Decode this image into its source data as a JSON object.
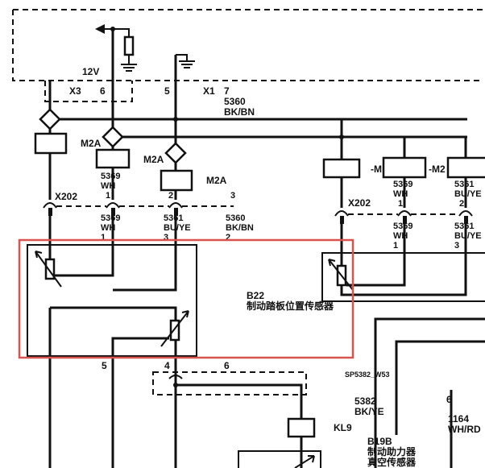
{
  "labels": {
    "v12": "12V",
    "x3": "X3",
    "x3_pin": "6",
    "x1_pin5": "5",
    "x1": "X1",
    "x1_pin7": "7",
    "w5360_top": "5360",
    "bkbn_top": "BK/BN",
    "m2a_left": "M2A",
    "m2a_mid": "M2A",
    "m2a_right": "M2A",
    "m2a_right_pin": "3",
    "w5369_a": "5369",
    "wh_a": "WH",
    "pin1_a": "1",
    "pin2_a": "2",
    "x202_left": "X202",
    "w5369_b": "5369",
    "wh_b": "WH",
    "pin1_b": "1",
    "w5361_b": "5361",
    "buye_b": "BU/YE",
    "pin3_b": "3",
    "w5360_b": "5360",
    "bkbn_b": "BK/BN",
    "pin2_b": "2",
    "m_r1": "-M",
    "w5369_r": "5369",
    "wh_r": "WH",
    "pin1_r": "1",
    "m_r2": "-M2",
    "w5361_r": "5361",
    "buye_r": "BU/YE",
    "pin2_r": "2",
    "x202_right": "X202",
    "w5369_r2": "5369",
    "wh_r2": "WH",
    "pin1_r2": "1",
    "w5361_r2": "5361",
    "buye_r2": "BU/YE",
    "pin3_r2": "3",
    "b22": "B22",
    "b22_name": "制动踏板位置传感器",
    "pin5_bottom": "5",
    "pin4_bottom": "4",
    "pin6_bottom": "6",
    "sp5382": "SP5382_W53",
    "w5382": "5382",
    "bkye": "BK/YE",
    "kl9": "KL9",
    "w1164": "1164",
    "whrd": "WH/RD",
    "pin6_right": "6",
    "b19b": "B19B",
    "b19b_name1": "制动助力器",
    "b19b_name2": "真空传感器"
  },
  "colors": {
    "line": "#111111",
    "highlight": "#d9534f"
  }
}
